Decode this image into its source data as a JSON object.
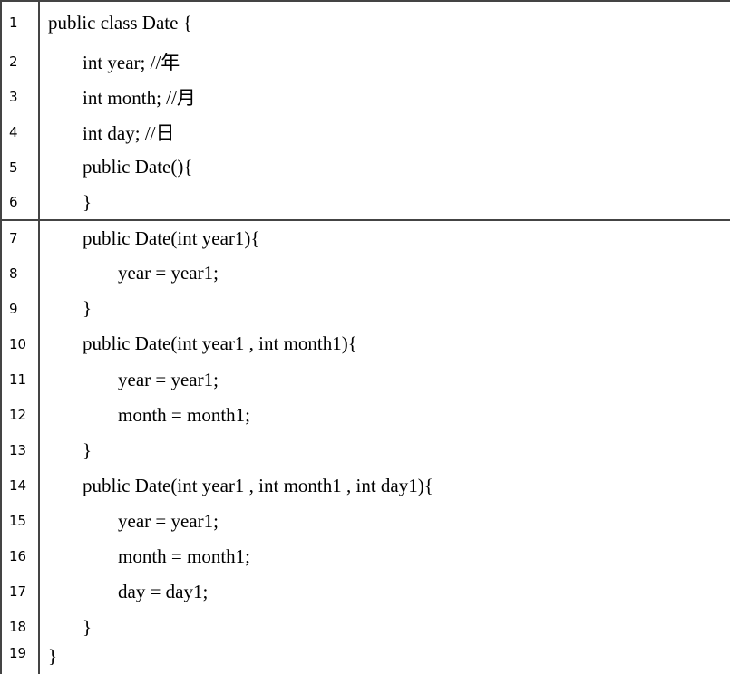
{
  "lines": [
    {
      "no": "1",
      "text": "public class Date {"
    },
    {
      "no": "2",
      "text": "int year; //年"
    },
    {
      "no": "3",
      "text": "int month; //月"
    },
    {
      "no": "4",
      "text": "int day; //日"
    },
    {
      "no": "5",
      "text": "public Date(){"
    },
    {
      "no": "6",
      "text": "}"
    },
    {
      "no": "7",
      "text": "public Date(int year1){"
    },
    {
      "no": "8",
      "text": "year = year1;"
    },
    {
      "no": "9",
      "text": "}"
    },
    {
      "no": "10",
      "text": "public Date(int year1 , int month1){"
    },
    {
      "no": "11",
      "text": "year = year1;"
    },
    {
      "no": "12",
      "text": "month = month1;"
    },
    {
      "no": "13",
      "text": "}"
    },
    {
      "no": "14",
      "text": "public Date(int year1 , int month1 , int day1){"
    },
    {
      "no": "15",
      "text": "year = year1;"
    },
    {
      "no": "16",
      "text": "month = month1;"
    },
    {
      "no": "17",
      "text": "day = day1;"
    },
    {
      "no": "18",
      "text": "}"
    },
    {
      "no": "19",
      "text": "}"
    }
  ]
}
